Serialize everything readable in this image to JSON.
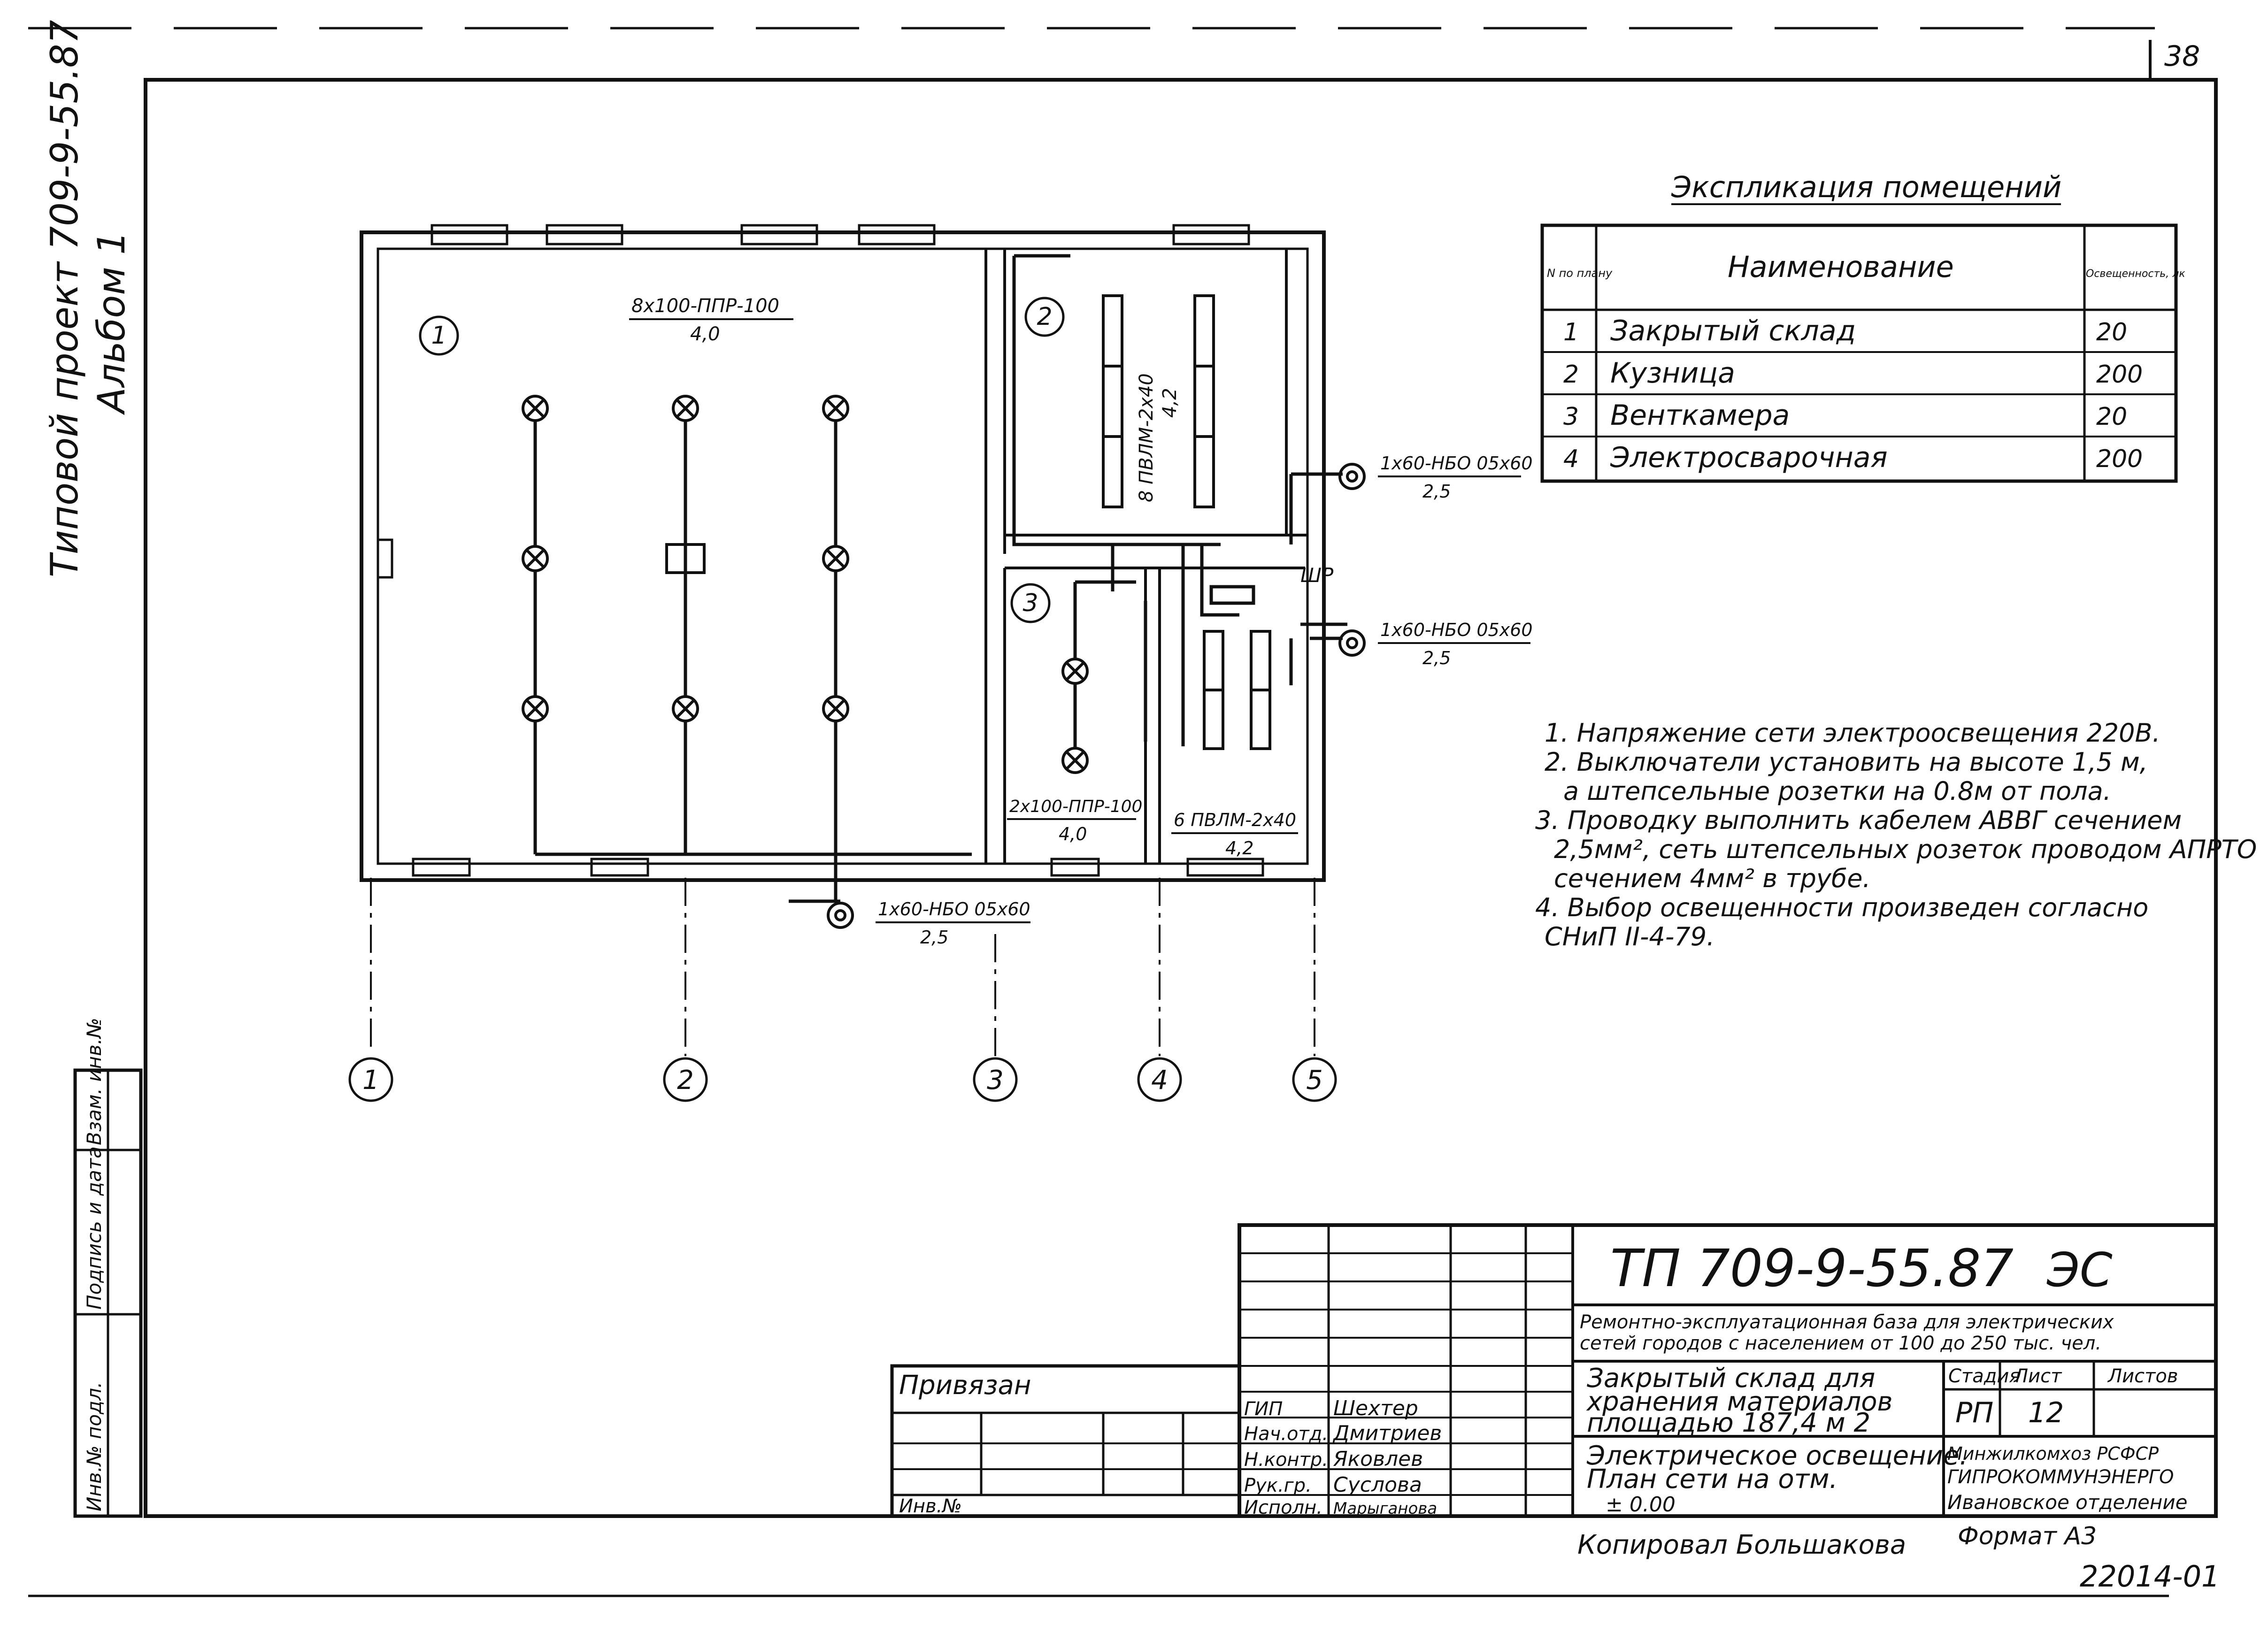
{
  "page_number": "38",
  "side_title": {
    "line1": "Типовой проект 709-9-55.87",
    "line2": "Альбом 1"
  },
  "explication": {
    "title": "Экспликация помещений",
    "headers": [
      "N по плану",
      "Наименование",
      "Освещенность, лк"
    ],
    "rows": [
      {
        "n": "1",
        "name": "Закрытый склад",
        "lux": "20"
      },
      {
        "n": "2",
        "name": "Кузница",
        "lux": "200"
      },
      {
        "n": "3",
        "name": "Венткамера",
        "lux": "20"
      },
      {
        "n": "4",
        "name": "Электросварочная",
        "lux": "200"
      }
    ]
  },
  "plan": {
    "room_numbers": [
      "1",
      "2",
      "3"
    ],
    "axes": [
      "1",
      "2",
      "3",
      "4",
      "5"
    ],
    "labels": {
      "room1_fixture": "8x100-ППР-100",
      "room1_height": "4,0",
      "room2_fixture": "8 ПВЛМ-2х40",
      "room2_height": "4,2",
      "room3_fixture": "2x100-ППР-100",
      "room3_height": "4,0",
      "room4_fixture": "6 ПВЛМ-2х40",
      "room4_height": "4,2",
      "outdoor_fixture": "1x60-НБО 05х60",
      "outdoor_height": "2,5",
      "panel": "ШР"
    }
  },
  "notes": [
    "1. Напряжение сети электроосвещения 220В.",
    "2. Выключатели установить на высоте 1,5 м,",
    "а штепсельные розетки на 0.8м от пола.",
    "3. Проводку выполнить кабелем АВВГ сечением",
    "2,5мм², сеть штепсельных розеток проводом АПРТО",
    "сечением 4мм² в трубе.",
    "4. Выбор освещенности произведен согласно",
    "СНиП II-4-79."
  ],
  "stamp": {
    "code": "ТП 709-9-55.87",
    "section_mark": "ЭС",
    "project_desc_1": "Ремонтно-эксплуатационная база для электрических",
    "project_desc_2": "сетей городов с населением от 100 до 250 тыс. чел.",
    "building_1": "Закрытый склад для",
    "building_2": "хранения материалов",
    "building_3": "площадью 187,4 м 2",
    "sheet_title_1": "Электрическое освещение.",
    "sheet_title_2": "План сети на отм.",
    "sheet_title_3": "± 0.00",
    "stage_label": "Стадия",
    "sheet_label": "Лист",
    "sheets_label": "Листов",
    "stage": "РП",
    "sheet": "12",
    "org_1": "Минжилкомхоз РСФСР",
    "org_2": "ГИПРОКОММУНЭНЕРГО",
    "org_3": "Ивановское отделение",
    "bound_label": "Привязан",
    "inv_label": "Инв.№",
    "roles": [
      {
        "role": "ГИП",
        "name": "Шехтер"
      },
      {
        "role": "Нач.отд.",
        "name": "Дмитриев"
      },
      {
        "role": "Н.контр.",
        "name": "Яковлев"
      },
      {
        "role": "Рук.гр.",
        "name": "Суслова"
      },
      {
        "role": "Исполн.",
        "name": "Марыганова"
      }
    ]
  },
  "left_strip": [
    "Инв.№ подл.",
    "Подпись и дата",
    "Взам. инв.№"
  ],
  "copied_by": "Копировал Большакова",
  "format": "Формат А3",
  "doc_number": "22014-01"
}
